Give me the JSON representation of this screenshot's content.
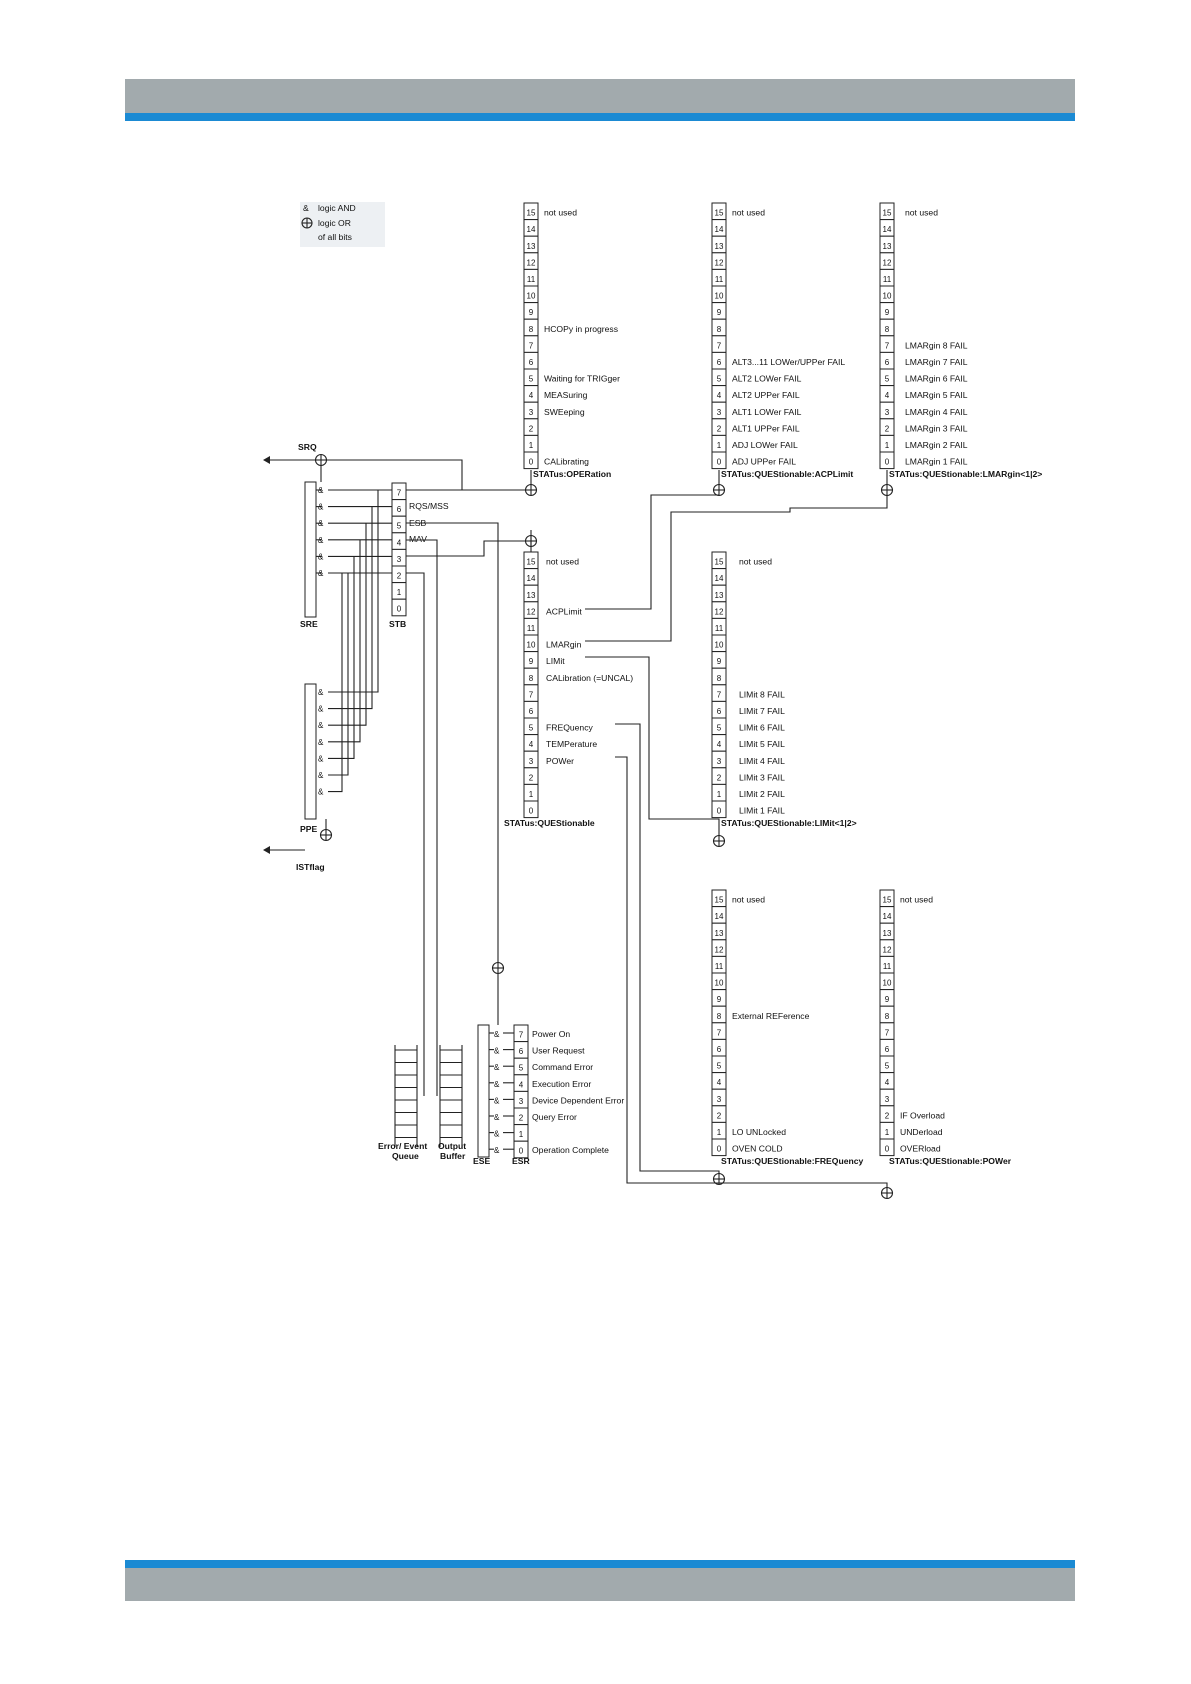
{
  "colors": {
    "band_gray": "#a2aaad",
    "band_blue": "#1b8ad3",
    "line": "#222222",
    "legend_bg": "#edf0f3"
  },
  "legend": {
    "and_symbol": "&",
    "and_text": "logic AND",
    "or_text": "logic OR",
    "or_text2": "of all bits"
  },
  "left": {
    "srq": "SRQ",
    "sre": "SRE",
    "stb": "STB",
    "ppe": "PPE",
    "istflag": "ISTflag",
    "stb_bits": [
      "7",
      "6",
      "5",
      "4",
      "3",
      "2",
      "1",
      "0"
    ],
    "stb_labels": {
      "b6": "RQS/MSS",
      "b5": "ESB",
      "b4": "MAV"
    },
    "and_label": "&"
  },
  "operation": {
    "title": "STATus:OPERation",
    "bits": [
      "15",
      "14",
      "13",
      "12",
      "11",
      "10",
      "9",
      "8",
      "7",
      "6",
      "5",
      "4",
      "3",
      "2",
      "1",
      "0"
    ],
    "labels": {
      "15": "not used",
      "8": "HCOPy in progress",
      "5": "Waiting for TRIGger",
      "4": "MEASuring",
      "3": "SWEeping",
      "0": "CALibrating"
    }
  },
  "acplimit": {
    "title": "STATus:QUEStionable:ACPLimit",
    "bits": [
      "15",
      "14",
      "13",
      "12",
      "11",
      "10",
      "9",
      "8",
      "7",
      "6",
      "5",
      "4",
      "3",
      "2",
      "1",
      "0"
    ],
    "labels": {
      "15": "not used",
      "6": "ALT3...11 LOWer/UPPer FAIL",
      "5": "ALT2 LOWer FAIL",
      "4": "ALT2 UPPer FAIL",
      "3": "ALT1 LOWer FAIL",
      "2": "ALT1 UPPer FAIL",
      "1": "ADJ LOWer FAIL",
      "0": "ADJ UPPer FAIL"
    }
  },
  "lmargin": {
    "title": "STATus:QUEStionable:LMARgin<1|2>",
    "bits": [
      "15",
      "14",
      "13",
      "12",
      "11",
      "10",
      "9",
      "8",
      "7",
      "6",
      "5",
      "4",
      "3",
      "2",
      "1",
      "0"
    ],
    "labels": {
      "15": "not used",
      "7": "LMARgin 8 FAIL",
      "6": "LMARgin 7 FAIL",
      "5": "LMARgin 6 FAIL",
      "4": "LMARgin 5 FAIL",
      "3": "LMARgin 4 FAIL",
      "2": "LMARgin 3 FAIL",
      "1": "LMARgin 2 FAIL",
      "0": "LMARgin 1 FAIL"
    }
  },
  "questionable": {
    "title": "STATus:QUEStionable",
    "bits": [
      "15",
      "14",
      "13",
      "12",
      "11",
      "10",
      "9",
      "8",
      "7",
      "6",
      "5",
      "4",
      "3",
      "2",
      "1",
      "0"
    ],
    "labels": {
      "15": "not used",
      "12": "ACPLimit",
      "10": "LMARgin",
      "9": "LIMit",
      "8": "CALibration (=UNCAL)",
      "5": "FREQuency",
      "4": "TEMPerature",
      "3": "POWer"
    }
  },
  "limit": {
    "title": "STATus:QUEStionable:LIMit<1|2>",
    "bits": [
      "15",
      "14",
      "13",
      "12",
      "11",
      "10",
      "9",
      "8",
      "7",
      "6",
      "5",
      "4",
      "3",
      "2",
      "1",
      "0"
    ],
    "labels": {
      "15": "not used",
      "7": "LIMit 8 FAIL",
      "6": "LIMit 7 FAIL",
      "5": "LIMit 6 FAIL",
      "4": "LIMit 5 FAIL",
      "3": "LIMit 4 FAIL",
      "2": "LIMit 3 FAIL",
      "1": "LIMit 2 FAIL",
      "0": "LIMit 1 FAIL"
    }
  },
  "frequency": {
    "title": "STATus:QUEStionable:FREQuency",
    "bits": [
      "15",
      "14",
      "13",
      "12",
      "11",
      "10",
      "9",
      "8",
      "7",
      "6",
      "5",
      "4",
      "3",
      "2",
      "1",
      "0"
    ],
    "labels": {
      "15": "not used",
      "8": "External REFerence",
      "1": "LO UNLocked",
      "0": "OVEN COLD"
    }
  },
  "power": {
    "title": "STATus:QUEStionable:POWer",
    "bits": [
      "15",
      "14",
      "13",
      "12",
      "11",
      "10",
      "9",
      "8",
      "7",
      "6",
      "5",
      "4",
      "3",
      "2",
      "1",
      "0"
    ],
    "labels": {
      "15": "not used",
      "2": "IF Overload",
      "1": "UNDerload",
      "0": "OVERload"
    }
  },
  "esr": {
    "ese": "ESE",
    "esr": "ESR",
    "bits": [
      "7",
      "6",
      "5",
      "4",
      "3",
      "2",
      "1",
      "0"
    ],
    "labels": {
      "7": "Power On",
      "6": "User Request",
      "5": "Command Error",
      "4": "Execution Error",
      "3": "Device Dependent Error",
      "2": "Query Error",
      "0": "Operation Complete"
    }
  },
  "queues": {
    "error_queue_1": "Error/ Event",
    "error_queue_2": "Queue",
    "output_buffer_1": "Output",
    "output_buffer_2": "Buffer"
  }
}
